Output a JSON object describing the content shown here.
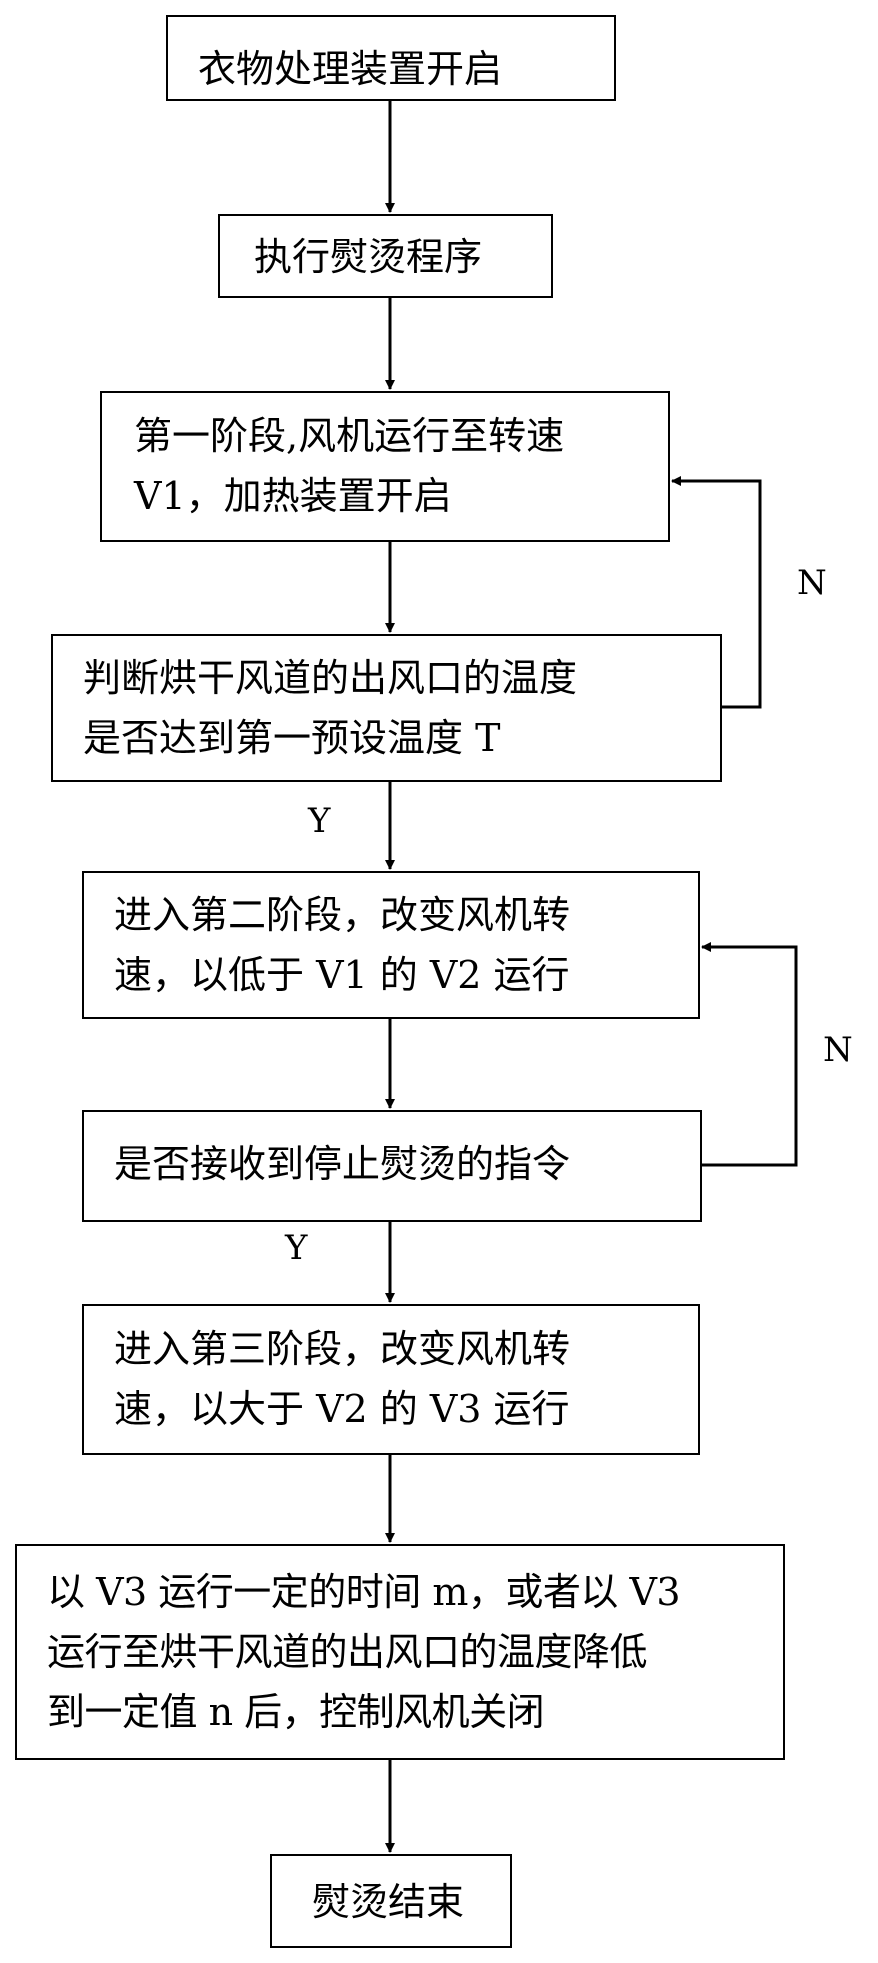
{
  "diagram": {
    "nodes": [
      {
        "id": "start",
        "lines": [
          "衣物处理装置开启"
        ]
      },
      {
        "id": "ironing",
        "lines": [
          "执行熨烫程序"
        ]
      },
      {
        "id": "stage1",
        "lines": [
          "第一阶段,风机运行至转速",
          "V1，加热装置开启"
        ]
      },
      {
        "id": "judge-temp",
        "lines": [
          "判断烘干风道的出风口的温度",
          "是否达到第一预设温度 T"
        ]
      },
      {
        "id": "stage2",
        "lines": [
          "进入第二阶段，改变风机转",
          "速，以低于 V1 的 V2 运行"
        ]
      },
      {
        "id": "judge-stop",
        "lines": [
          "是否接收到停止熨烫的指令"
        ]
      },
      {
        "id": "stage3",
        "lines": [
          "进入第三阶段，改变风机转",
          "速，以大于 V2 的 V3 运行"
        ]
      },
      {
        "id": "shutdown",
        "lines": [
          "以 V3 运行一定的时间 m，或者以 V3",
          "运行至烘干风道的出风口的温度降低",
          "到一定值 n 后，控制风机关闭"
        ]
      },
      {
        "id": "end",
        "lines": [
          "熨烫结束"
        ]
      }
    ],
    "labels": {
      "judge_temp_no": "N",
      "judge_temp_yes": "Y",
      "judge_stop_no": "N",
      "judge_stop_yes": "Y"
    },
    "stroke_color": "#000000"
  }
}
